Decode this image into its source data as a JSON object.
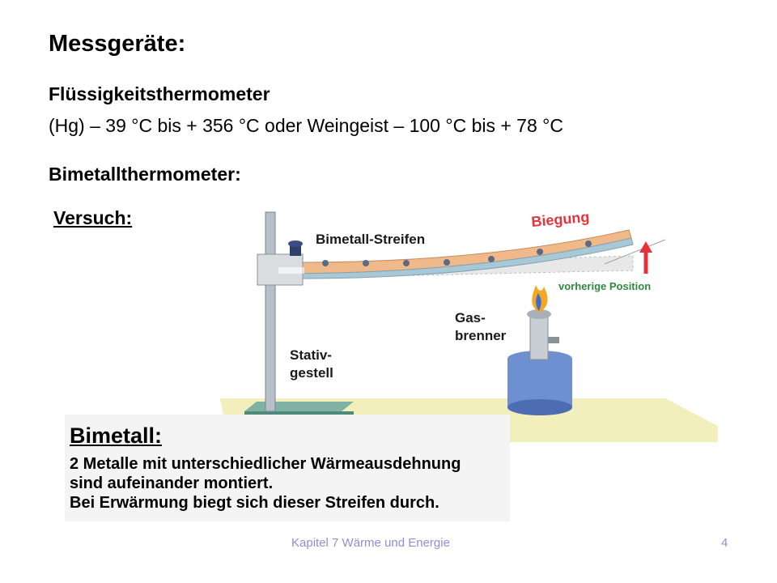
{
  "slide": {
    "title": "Messgeräte:",
    "heading1": "Flüssigkeitsthermometer",
    "line1": "(Hg) – 39 °C bis + 356 °C oder Weingeist – 100 °C bis + 78 °C",
    "heading2": "Bimetallthermometer:",
    "versuch": "Versuch:"
  },
  "diagram": {
    "label_strip": "Bimetall-Streifen",
    "label_bend": "Biegung",
    "label_prev": "vorherige Position",
    "label_burner_1": "Gas-",
    "label_burner_2": "brenner",
    "label_stand_1": "Stativ-",
    "label_stand_2": "gestell",
    "colors": {
      "strip_top": "#f0b98a",
      "strip_bottom": "#a9c8d6",
      "bend_red": "#e8323a",
      "arrow_green": "#2e8a3c",
      "base": "#f3efbc"
    }
  },
  "infobox": {
    "title": "Bimetall:",
    "line1": "2 Metalle mit unterschiedlicher Wärmeausdehnung",
    "line2": "sind aufeinander montiert.",
    "line3": "Bei Erwärmung biegt sich dieser Streifen durch."
  },
  "footer": {
    "text": "Kapitel 7 Wärme und Energie",
    "page": "4"
  }
}
